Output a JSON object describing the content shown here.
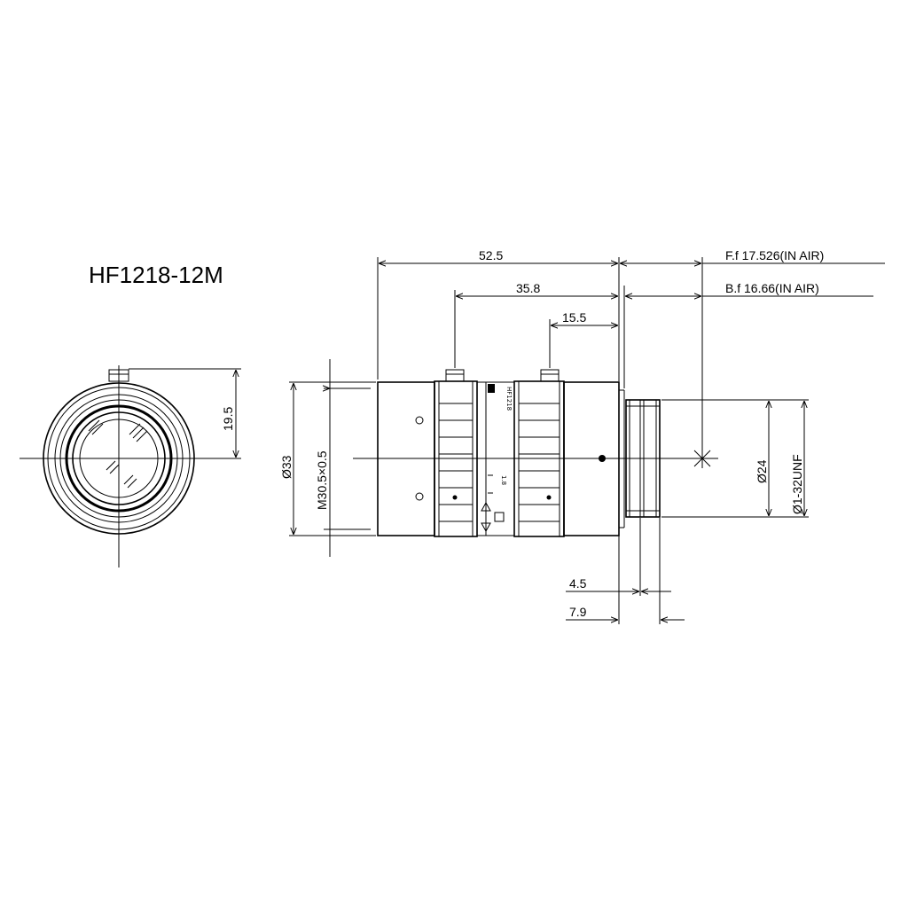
{
  "title": "HF1218-12M",
  "front_view": {
    "dim_height": "19.5"
  },
  "side_view": {
    "dim_overall_length": "52.5",
    "dim_ring_length": "35.8",
    "dim_rear_length": "15.5",
    "flange_focal": "F.f 17.526(IN AIR)",
    "back_focal": "B.f 16.66(IN AIR)",
    "dia_body": "Ø33",
    "filter_thread": "M30.5×0.5",
    "dia_mount": "Ø24",
    "mount_thread": "Ø1-32UNF",
    "dim_mount_4_5": "4.5",
    "dim_mount_7_9": "7.9",
    "ring_marking_model": "HF1218",
    "ring_marking_fstop": "1.8"
  }
}
